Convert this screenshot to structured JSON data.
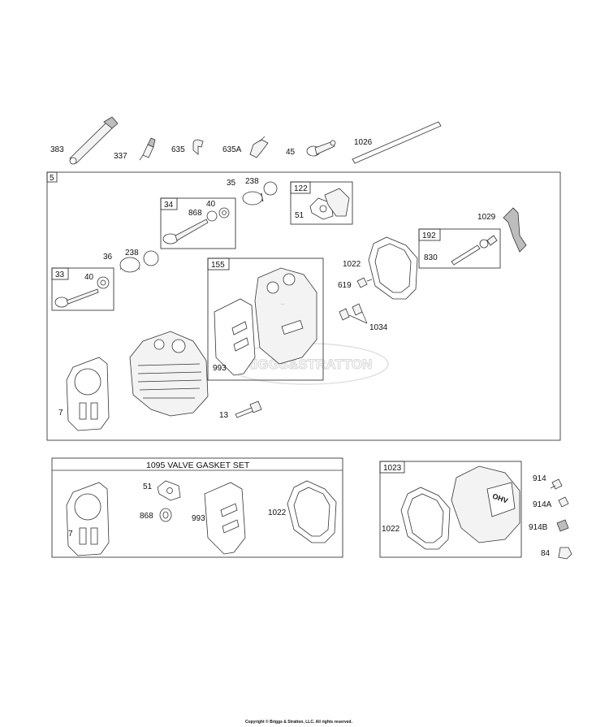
{
  "top_parts": {
    "p383": "383",
    "p337": "337",
    "p635": "635",
    "p635a": "635A",
    "p45": "45",
    "p1026": "1026"
  },
  "main_group": {
    "label": "5",
    "parts": {
      "p35": "35",
      "p238a": "238",
      "p36": "36",
      "p238b": "238",
      "p40a": "40",
      "p868": "868",
      "p40b": "40",
      "p51": "51",
      "p1029": "1029",
      "p830": "830",
      "p1022": "1022",
      "p619": "619",
      "p1034": "1034",
      "p993": "993",
      "p7": "7",
      "p13": "13"
    },
    "sub_boxes": {
      "b34": "34",
      "b33": "33",
      "b122": "122",
      "b192": "192",
      "b155": "155"
    },
    "watermark": "BRIGGS&STRATTON",
    "stamp": "OHV"
  },
  "gasket_set": {
    "title": "1095 VALVE GASKET SET",
    "parts": {
      "p7": "7",
      "p51": "51",
      "p868": "868",
      "p993": "993",
      "p1022": "1022"
    }
  },
  "cover_group": {
    "label": "1023",
    "parts": {
      "p1022": "1022",
      "p914": "914",
      "p914a": "914A",
      "p914b": "914B",
      "p84": "84"
    }
  },
  "footer": {
    "copyright": "Copyright © Briggs & Stratton, LLC. All rights reserved."
  }
}
